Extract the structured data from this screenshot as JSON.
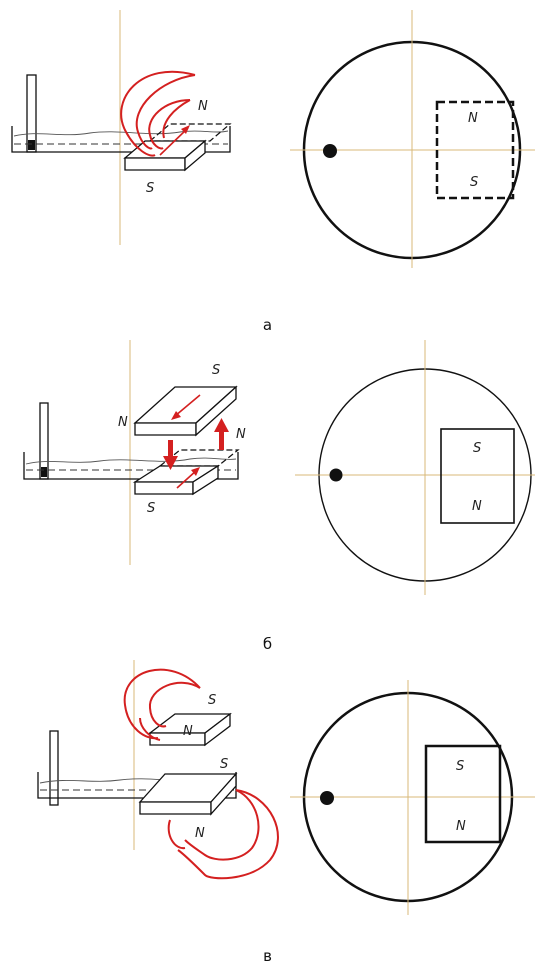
{
  "colors": {
    "line": "#111111",
    "axis": "#d8b878",
    "accent": "#d42020"
  },
  "panels": [
    {
      "caption": "а",
      "pole_top": "N",
      "pole_bottom": "S",
      "left_labels": [
        "N",
        "S"
      ]
    },
    {
      "caption": "б",
      "pole_top": "S",
      "pole_bottom": "N",
      "left_labels": [
        "S",
        "N",
        "N",
        "S"
      ]
    },
    {
      "caption": "в",
      "pole_top": "S",
      "pole_bottom": "N",
      "left_labels": [
        "S",
        "N",
        "S",
        "N"
      ]
    }
  ]
}
